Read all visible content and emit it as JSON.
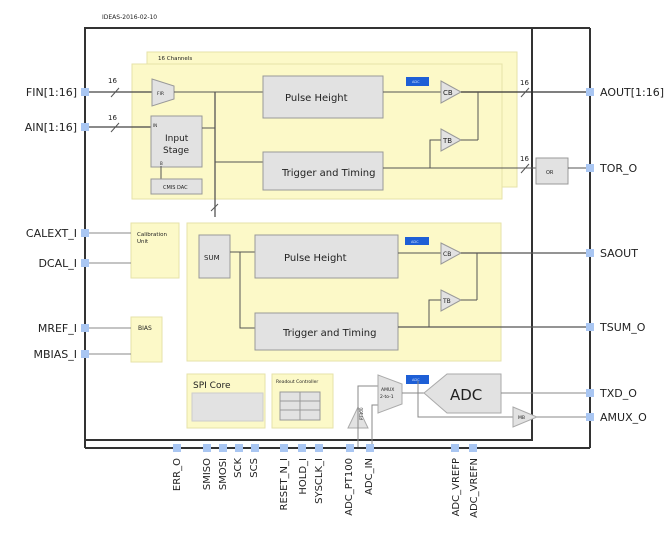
{
  "title": "IDEAS-2016-02-10",
  "channels_label": "16 Channels",
  "bus_width": "16",
  "blocks": {
    "fir": "FIR",
    "input_stage_in": "IN",
    "input_stage": [
      "Input",
      "Stage"
    ],
    "input_stage_b": "B",
    "cmis_dac": "CMIS DAC",
    "pulse_height": "Pulse Height",
    "trigger_timing": "Trigger and Timing",
    "adc_tag": "ADC",
    "cb": "CB",
    "tb": "TB",
    "or": "OR",
    "calibration_unit": [
      "Calibration",
      "Unit"
    ],
    "bias": "BIAS",
    "sum": "SUM",
    "sum_pulse_height": "Pulse Height",
    "sum_trigger_timing": "Trigger and Timing",
    "spi_core": "SPI Core",
    "readout_controller": "Readout Controller",
    "amux": [
      "AMUX",
      "2-to-1"
    ],
    "pt100": "PT100",
    "adc": "ADC",
    "mb": "MB"
  },
  "pins_left": [
    "FIN[1:16]",
    "AIN[1:16]",
    "CALEXT_I",
    "DCAL_I",
    "MREF_I",
    "MBIAS_I"
  ],
  "pins_right": [
    "AOUT[1:16]",
    "TOR_O",
    "SAOUT",
    "TSUM_O",
    "TXD_O",
    "AMUX_O"
  ],
  "pins_bottom": [
    "ERR_O",
    "SMISO",
    "SMOSI",
    "SCK",
    "SCS",
    "RESET_N_I",
    "HOLD_I",
    "SYSCLK_I",
    "ADC_PT100",
    "ADC_IN",
    "ADC_VREFP",
    "ADC_VREFN"
  ],
  "colors": {
    "panel": "#fcf9c8",
    "panel_border": "#e6e2a8",
    "block": "#e2e2e2",
    "block_border": "#9a9a9a",
    "pin": "#a9c6f2",
    "adc_tag": "#1e5fd6",
    "wire": "#555555"
  }
}
